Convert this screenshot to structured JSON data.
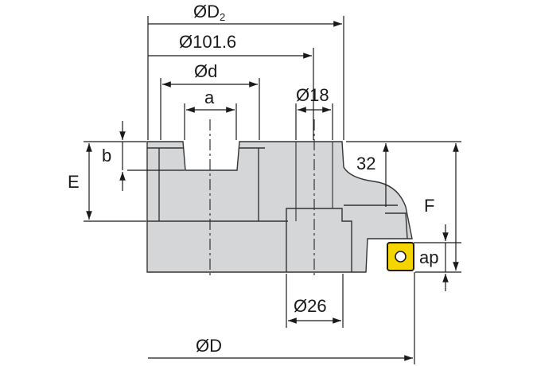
{
  "colors": {
    "body_fill": "#d5d6d8",
    "insert_fill": "#f5d500",
    "line": "#1a1a1a"
  },
  "dimensions": {
    "D2_prefix": "ØD",
    "D2_subscript": "2",
    "d101": "Ø101.6",
    "d": "Ød",
    "a": "a",
    "d18": "Ø18",
    "b": "b",
    "E": "E",
    "angle32": "32",
    "F": "F",
    "ap": "ap",
    "d26": "Ø26",
    "D": "ØD"
  }
}
